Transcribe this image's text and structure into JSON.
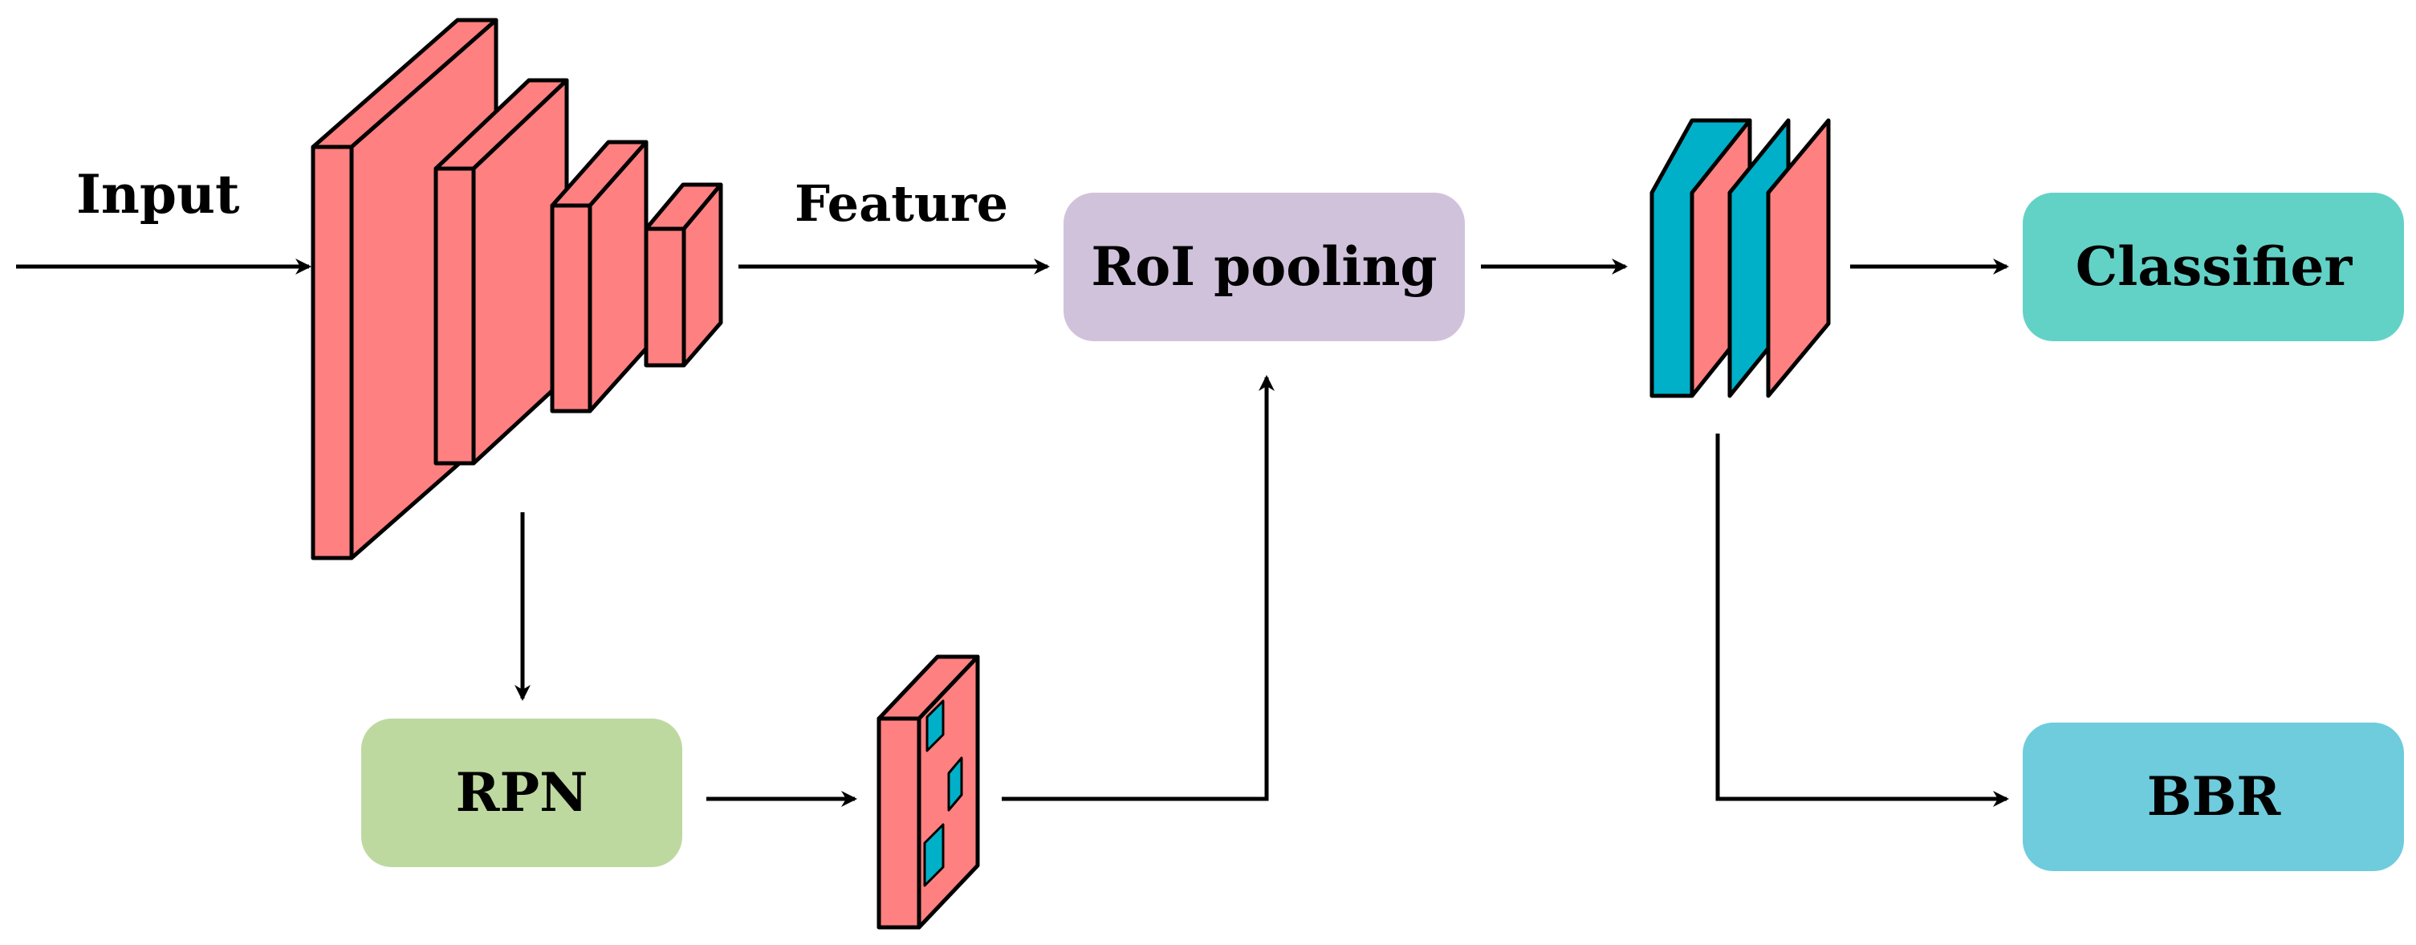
{
  "labels": {
    "input": "Input",
    "feature": "Feature"
  },
  "boxes": {
    "roi_pooling": "RoI pooling",
    "rpn": "RPN",
    "classifier": "Classifier",
    "bbr": "BBR"
  },
  "colors": {
    "block_red": "#FF8080",
    "block_cyan": "#00B0C8",
    "roi_box": "#D1C2DC",
    "rpn_box": "#BDD9A0",
    "classifier_box": "#63D2C6",
    "bbr_box": "#6ECCDC",
    "stroke": "#000000"
  }
}
